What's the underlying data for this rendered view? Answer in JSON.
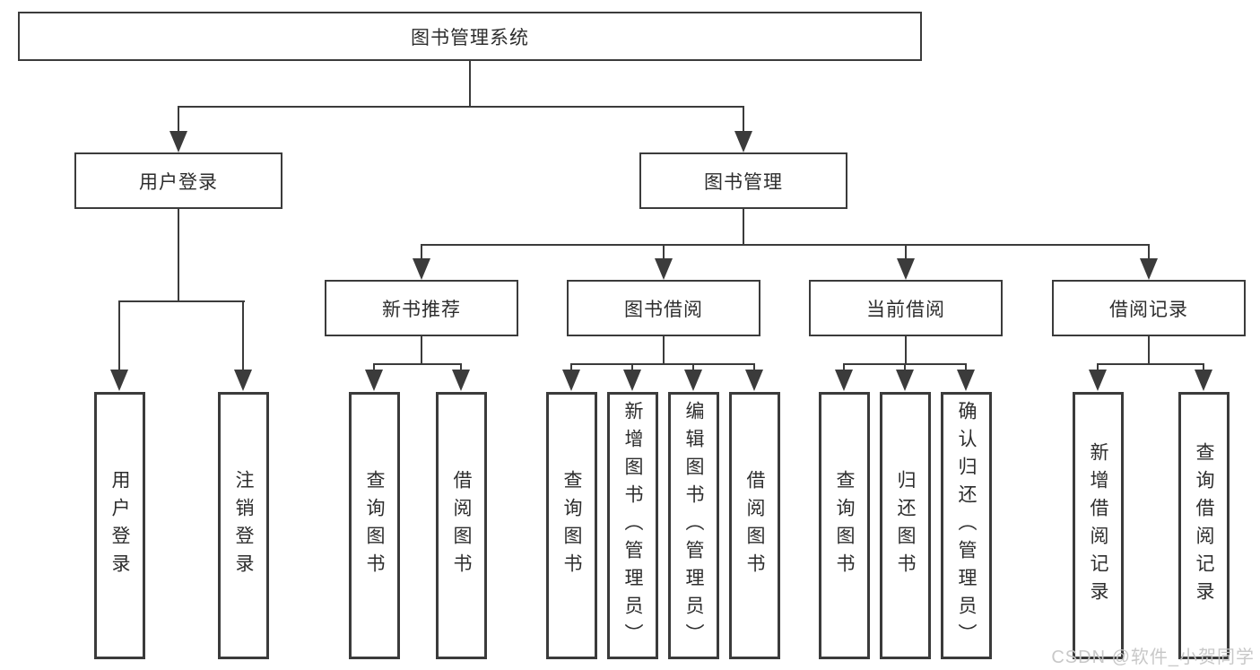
{
  "tree": {
    "root": {
      "label": "图书管理系统"
    },
    "level2": [
      {
        "label": "用户登录"
      },
      {
        "label": "图书管理"
      }
    ],
    "level3": [
      {
        "label": "新书推荐"
      },
      {
        "label": "图书借阅"
      },
      {
        "label": "当前借阅"
      },
      {
        "label": "借阅记录"
      }
    ],
    "leaves": [
      {
        "label": "用户登录"
      },
      {
        "label": "注销登录"
      },
      {
        "label": "查询图书"
      },
      {
        "label": "借阅图书"
      },
      {
        "label": "查询图书"
      },
      {
        "label": "新增图书（管理员）"
      },
      {
        "label": "编辑图书（管理员）"
      },
      {
        "label": "借阅图书"
      },
      {
        "label": "查询图书"
      },
      {
        "label": "归还图书"
      },
      {
        "label": "确认归还（管理员）"
      },
      {
        "label": "新增借阅记录"
      },
      {
        "label": "查询借阅记录"
      }
    ]
  },
  "watermark": {
    "text": "CSDN @软件_小贺同学"
  },
  "colors": {
    "line": "#3b3b3b",
    "text": "#2d2d2d",
    "background": "#ffffff",
    "watermark": "#c6c6c6"
  }
}
